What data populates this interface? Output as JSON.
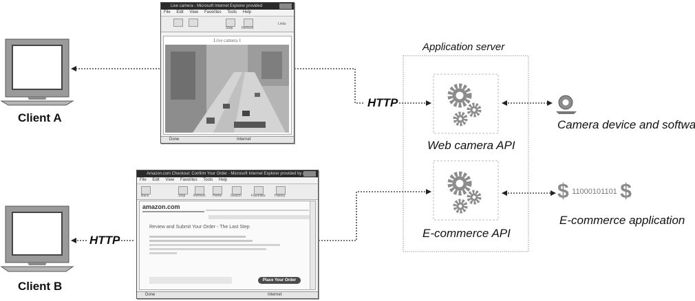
{
  "diagram": {
    "server_title": "Application server",
    "client_a": "Client A",
    "client_b": "Client B",
    "http_top": "HTTP",
    "http_bottom": "HTTP",
    "api_webcam": "Web camera API",
    "api_ecommerce": "E-commerce API",
    "camera_label": "Camera device and software",
    "ecommerce_label": "E-commerce application",
    "binary_text": "11000101101",
    "dollar": "$"
  },
  "webcam_window": {
    "title": "Live camera - Microsoft Internet Explorer provided",
    "menu": [
      "File",
      "Edit",
      "View",
      "Favorites",
      "Tools",
      "Help"
    ],
    "toolbar": [
      "Stop",
      "Refresh"
    ],
    "links": "Links",
    "page_heading": "Live camera 1",
    "status_left": "Done",
    "status_right": "Internet"
  },
  "amazon_window": {
    "title": "Amazon.com Checkout: Confirm Your Order - Microsoft Internet Explorer provided by AOL",
    "menu": [
      "File",
      "Edit",
      "View",
      "Favorites",
      "Tools",
      "Help"
    ],
    "toolbar": [
      "Back",
      "Stop",
      "Refresh",
      "Home",
      "Search",
      "Favorites",
      "History"
    ],
    "logo": "amazon.com",
    "heading": "Review and Submit Your Order - The Last Step",
    "button": "Place Your Order",
    "status_left": "Done",
    "status_right": "Internet"
  },
  "colors": {
    "line": "#222222",
    "server_border": "#9a9a9a",
    "gear": "#8c8c8c"
  }
}
